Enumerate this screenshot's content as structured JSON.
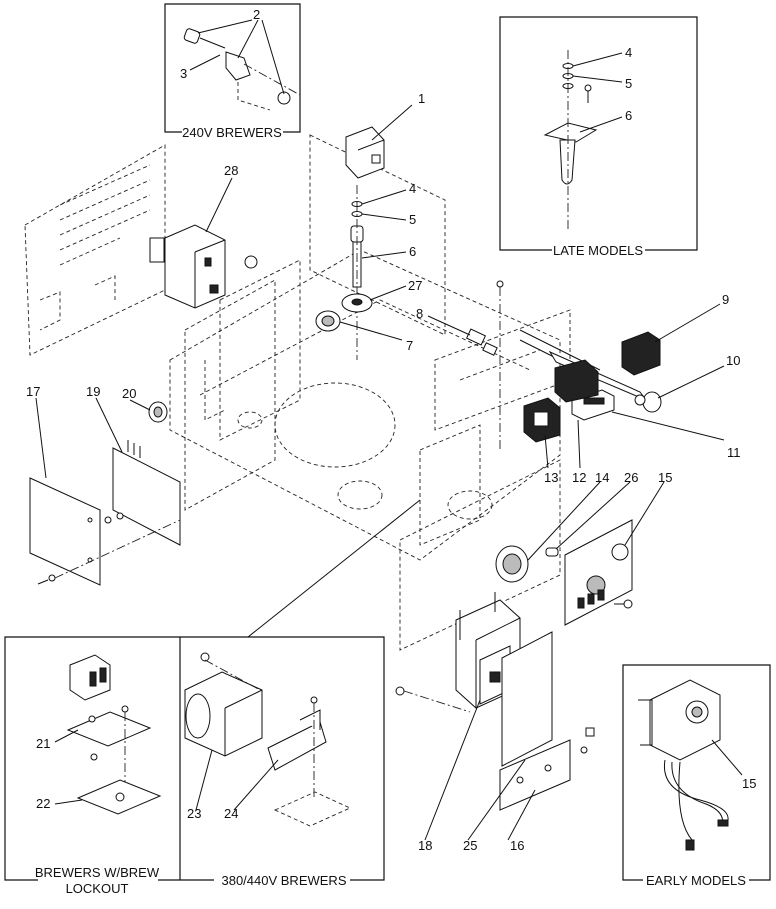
{
  "callouts": [
    "1",
    "2",
    "3",
    "4",
    "5",
    "6",
    "7",
    "8",
    "9",
    "10",
    "11",
    "12",
    "13",
    "14",
    "15",
    "16",
    "17",
    "18",
    "19",
    "20",
    "21",
    "22",
    "23",
    "24",
    "25",
    "26",
    "27",
    "28"
  ],
  "late_callouts": [
    "4",
    "5",
    "6"
  ],
  "early_callout": "15",
  "captions": {
    "v240": "240V BREWERS",
    "late": "LATE MODELS",
    "lockout_line1": "BREWERS W/BREW",
    "lockout_line2": "LOCKOUT",
    "v380": "380/440V BREWERS",
    "early": "EARLY MODELS"
  }
}
